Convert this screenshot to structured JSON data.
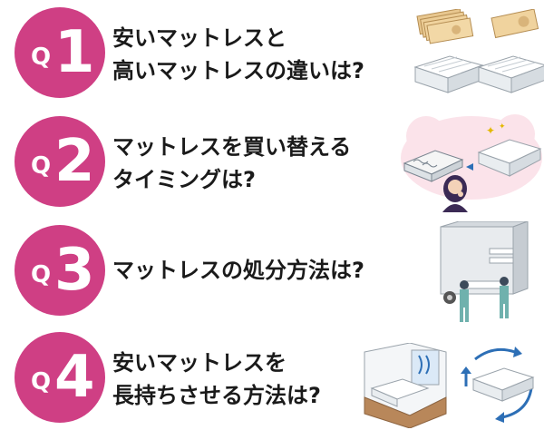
{
  "accent_color": "#cf3f84",
  "questions": [
    {
      "q": "Q",
      "number": "1",
      "lines": [
        "安いマットレスと",
        "高いマットレスの違いは?"
      ]
    },
    {
      "q": "Q",
      "number": "2",
      "lines": [
        "マットレスを買い替える",
        "タイミングは?"
      ]
    },
    {
      "q": "Q",
      "number": "3",
      "lines": [
        "マットレスの処分方法は?"
      ]
    },
    {
      "q": "Q",
      "number": "4",
      "lines": [
        "安いマットレスを",
        "長持ちさせる方法は?"
      ]
    }
  ],
  "illustrations": [
    [
      "banknotes-stack-icon",
      "single-banknote-icon",
      "mattress-icon"
    ],
    [
      "worried-woman-icon",
      "old-spring-mattress-icon",
      "new-mattress-icon"
    ],
    [
      "moving-truck-icon",
      "movers-icon"
    ],
    [
      "bedroom-window-icon",
      "rotate-arrows-icon",
      "mattress-icon"
    ]
  ]
}
